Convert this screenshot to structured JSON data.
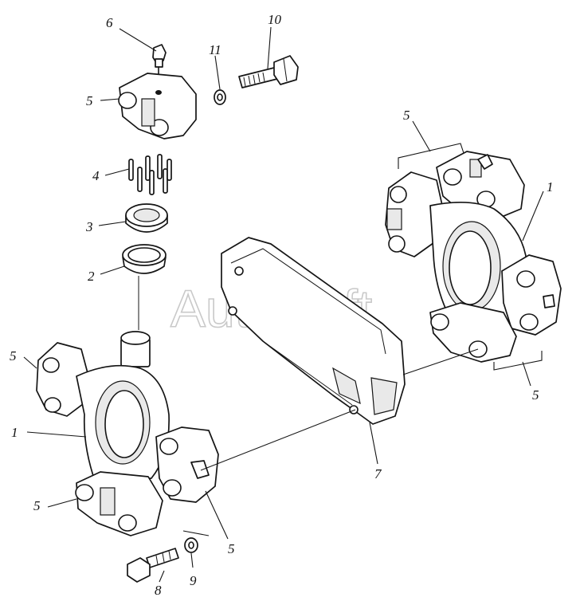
{
  "watermark": "AutoSoft",
  "callouts": {
    "c1_left": "1",
    "c1_right": "1",
    "c2": "2",
    "c3": "3",
    "c4": "4",
    "c5_top_cap": "5",
    "c5_right_top": "5",
    "c5_left_top": "5",
    "c5_left_bottom": "5",
    "c5_bottom": "5",
    "c5_right_bottom": "5",
    "c6": "6",
    "c7": "7",
    "c8": "8",
    "c9": "9",
    "c10": "10",
    "c11": "11"
  }
}
